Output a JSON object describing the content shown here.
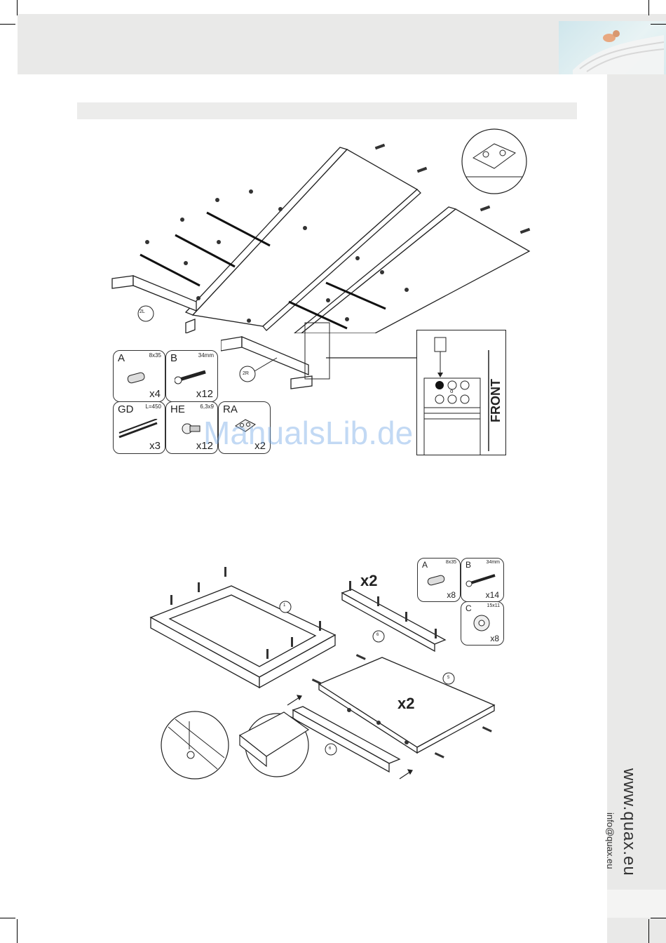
{
  "branding": {
    "website": "www.quax.eu",
    "email": "info@quax.eu"
  },
  "watermark": "ManualsLib.de",
  "step1": {
    "panel_labels": [
      "2L",
      "2R"
    ],
    "detail_label": "FRONT",
    "detail_hole_mark": "o",
    "parts": [
      {
        "code": "A",
        "size": "8x35",
        "qty": "x4"
      },
      {
        "code": "B",
        "size": "34mm",
        "qty": "x12"
      },
      {
        "code": "GD",
        "size": "L=450",
        "qty": "x3"
      },
      {
        "code": "HE",
        "size": "6,3x9",
        "qty": "x12"
      },
      {
        "code": "RA",
        "size": "",
        "qty": "x2"
      }
    ]
  },
  "step2": {
    "multiplier_top": "x2",
    "multiplier_panel": "x2",
    "callouts": [
      "1",
      "6",
      "5",
      "6"
    ],
    "parts": [
      {
        "code": "A",
        "size": "8x35",
        "qty": "x8"
      },
      {
        "code": "B",
        "size": "34mm",
        "qty": "x14"
      },
      {
        "code": "C",
        "size": "15x11",
        "qty": "x8"
      }
    ]
  }
}
